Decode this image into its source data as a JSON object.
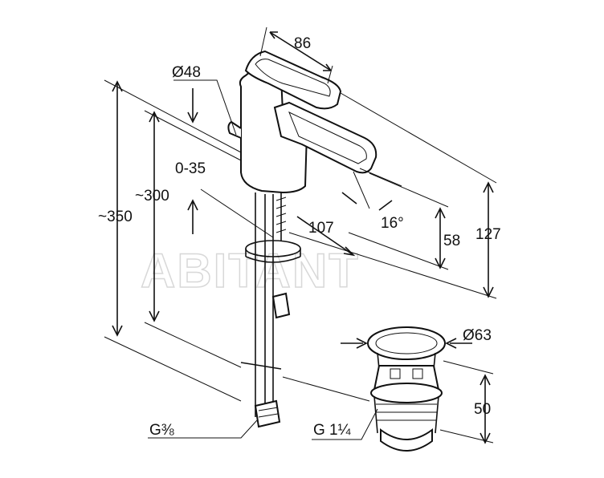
{
  "watermark": "ABITANT",
  "labels": {
    "width_86": "86",
    "dia_48": "Ø48",
    "range_0_35": "0-35",
    "h_300": "~300",
    "h_350": "~350",
    "spout_107": "107",
    "angle_16": "16°",
    "h_58": "58",
    "h_127": "127",
    "dia_63": "Ø63",
    "h_50": "50",
    "thread_g38": "G⅜",
    "thread_g114": "G 1¼"
  }
}
